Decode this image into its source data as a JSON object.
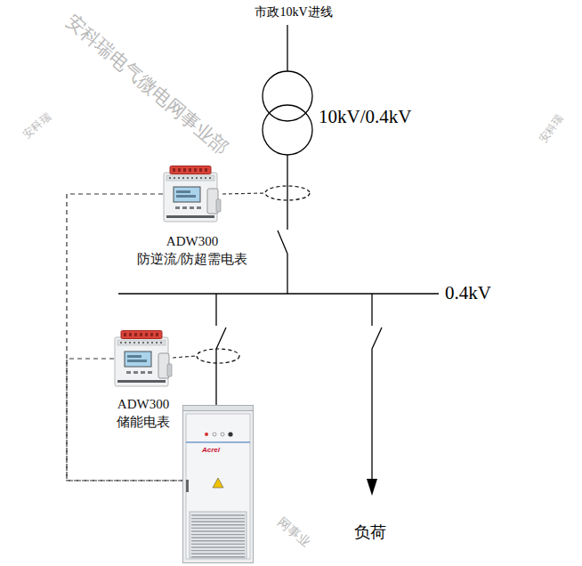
{
  "diagram": {
    "nodes": [
      {
        "text": [
          "ADW300",
          "防逆流/防超需电表"
        ]
      },
      {
        "text": [
          "ADW300",
          "储能电表"
        ]
      },
      {
        "text": [
          "Acrel"
        ]
      }
    ],
    "edges": [
      {
        "from": 0,
        "to": 2,
        "arrow": "none"
      },
      {
        "from": 1,
        "to": 2,
        "arrow": "none"
      }
    ],
    "labels": [
      "市政10kV进线",
      "10kV/0.4kV",
      "0.4kV",
      "负荷",
      "安科瑞电气微电网事业部",
      "安科瑞",
      "安科瑞",
      "网事业"
    ]
  }
}
